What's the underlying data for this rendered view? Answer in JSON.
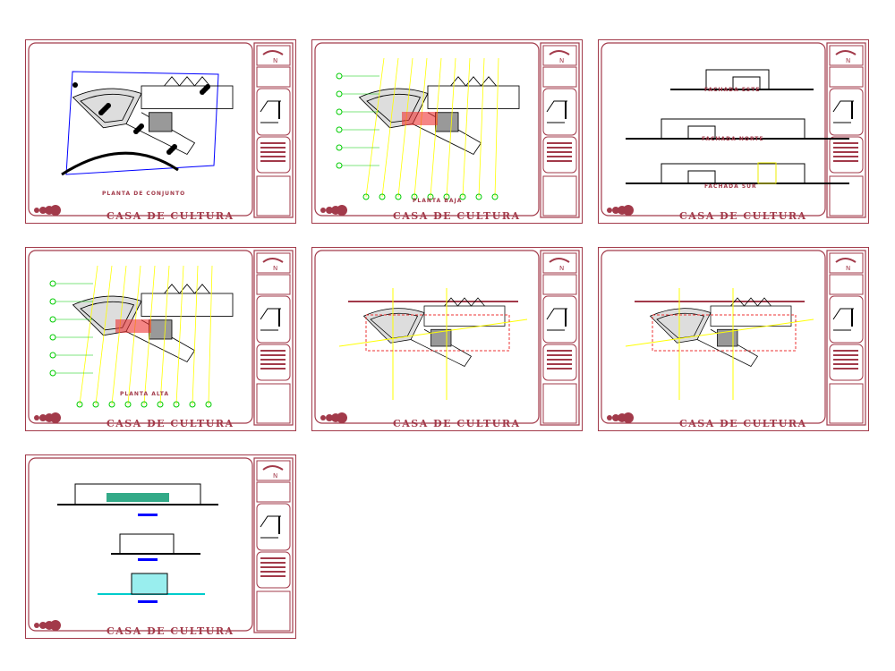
{
  "project_title": "CASA DE CULTURA",
  "north_label": "N",
  "colors": {
    "frame": "#a23a4a",
    "lines": "#000000",
    "axes": "#ffff00",
    "grid_bubbles": "#00cc00",
    "site": "#0000ff"
  },
  "sheets": [
    {
      "type": "site",
      "labels": [
        "PLANTA DE CONJUNTO"
      ]
    },
    {
      "type": "ground",
      "labels": [
        "PLANTA BAJA"
      ]
    },
    {
      "type": "elev",
      "labels": [
        "FACHADA ESTE",
        "FACHADA NORTE",
        "FACHADA SUR"
      ]
    },
    {
      "type": "upper",
      "labels": [
        "PLANTA ALTA"
      ]
    },
    {
      "type": "struct",
      "labels": []
    },
    {
      "type": "struct2",
      "labels": []
    },
    {
      "type": "section",
      "labels": []
    }
  ]
}
